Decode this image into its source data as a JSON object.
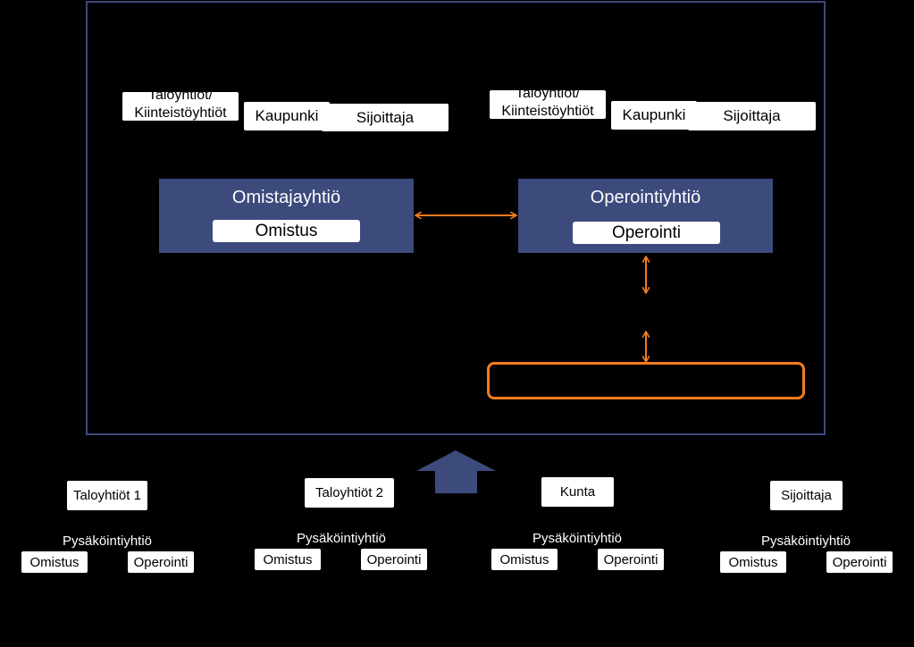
{
  "top_left": {
    "stakeholders": [
      "Taloyhtiöt/ Kiinteistöyhtiöt",
      "Kaupunki",
      "Sijoittaja"
    ],
    "company": "Omistajayhtiö",
    "role": "Omistus"
  },
  "top_right": {
    "stakeholders": [
      "Taloyhtiöt/ Kiinteistöyhtiöt",
      "Kaupunki",
      "Sijoittaja"
    ],
    "company": "Operointiyhtiö",
    "role": "Operointi"
  },
  "bottom": [
    {
      "owner": "Taloyhtiöt 1",
      "company": "Pysäköintiyhtiö",
      "left": "Omistus",
      "right": "Operointi"
    },
    {
      "owner": "Taloyhtiöt 2",
      "company": "Pysäköintiyhtiö",
      "left": "Omistus",
      "right": "Operointi"
    },
    {
      "owner": "Kunta",
      "company": "Pysäköintiyhtiö",
      "left": "Omistus",
      "right": "Operointi"
    },
    {
      "owner": "Sijoittaja",
      "company": "Pysäköintiyhtiö",
      "left": "Omistus",
      "right": "Operointi"
    }
  ],
  "colors": {
    "frame": "#3f4a7a",
    "company": "#3c4a7c",
    "arrow": "#f47c1c",
    "background": "#000000"
  }
}
